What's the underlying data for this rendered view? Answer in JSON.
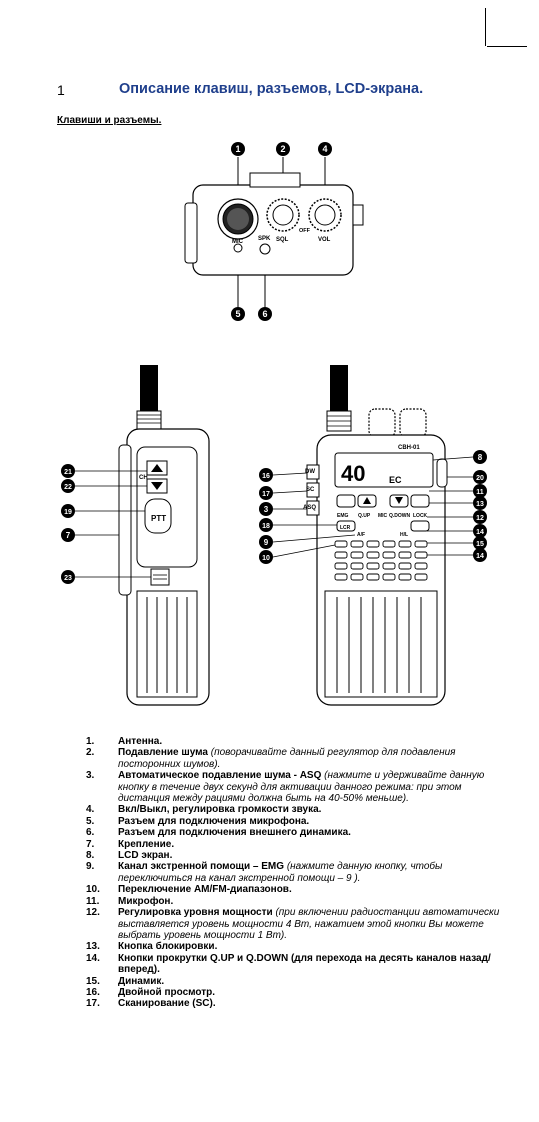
{
  "header": {
    "section_number": "1",
    "section_title": "Описание клавиш, разъемов, LCD-экрана.",
    "subsection_title": "Клавиши и разъемы."
  },
  "top_view": {
    "labels": {
      "mic": "MIC",
      "sql": "SQL",
      "vol": "VOL",
      "off": "OFF",
      "spk": "SPK"
    },
    "callouts": [
      "1",
      "2",
      "4",
      "5",
      "6"
    ]
  },
  "side_view": {
    "labels": {
      "ch": "CH",
      "ptt": "PTT"
    },
    "callouts": [
      "21",
      "22",
      "19",
      "7",
      "23"
    ]
  },
  "front_view": {
    "labels": {
      "model": "CBH-01",
      "dw": "DW",
      "sc": "SC",
      "asq": "ASQ",
      "emg": "EMG",
      "lcr": "LCR",
      "af": "A/F",
      "qup": "Q.UP",
      "mic": "MIC",
      "qdown": "Q.DOWN",
      "lock": "LOCK",
      "hl": "H/L",
      "lcd_digits": "40",
      "lcd_small": "EC"
    },
    "callouts_left": [
      "16",
      "17",
      "3",
      "18",
      "9",
      "10"
    ],
    "callouts_right": [
      "8",
      "20",
      "11",
      "13",
      "12",
      "14",
      "15",
      "14"
    ]
  },
  "items": [
    {
      "num": "1.",
      "title": "Антенна.",
      "note": ""
    },
    {
      "num": "2.",
      "title": "Подавление шума ",
      "note": "(поворачивайте данный регулятор для подавления посторонних шумов)."
    },
    {
      "num": "3.",
      "title": "Автоматическое подавление шума - ASQ ",
      "note": "(нажмите и удерживайте данную кнопку в течение двух секунд для активации данного режима: при этом дистанция между рациями должна быть на 40-50% меньше)."
    },
    {
      "num": "4.",
      "title": "Вкл/Выкл, регулировка громкости звука.",
      "note": ""
    },
    {
      "num": "5.",
      "title": "Разъем для подключения микрофона.",
      "note": ""
    },
    {
      "num": "6.",
      "title": "Разъем для подключения внешнего динамика.",
      "note": ""
    },
    {
      "num": "7.",
      "title": "Крепление.",
      "note": ""
    },
    {
      "num": "8.",
      "title": "LCD экран.",
      "note": ""
    },
    {
      "num": "9.",
      "title": "Канал экстренной помощи – EMG ",
      "note": "(нажмите данную кнопку, чтобы переключиться на канал экстренной помощи – 9 )."
    },
    {
      "num": "10.",
      "title": "Переключение AM/FM-диапазонов.",
      "note": ""
    },
    {
      "num": "11.",
      "title": "Микрофон.",
      "note": ""
    },
    {
      "num": "12.",
      "title": "Регулировка уровня мощности ",
      "note": "(при включении радиостанции автоматически выставляется уровень мощности 4 Вт, нажатием этой кнопки Вы можете выбрать уровень мощности 1 Вт)."
    },
    {
      "num": "13.",
      "title": "Кнопка блокировки.",
      "note": ""
    },
    {
      "num": "14.",
      "title": "Кнопки прокрутки Q.UP и Q.DOWN (для перехода на десять каналов назад/вперед).",
      "note": ""
    },
    {
      "num": "15.",
      "title": "Динамик.",
      "note": ""
    },
    {
      "num": "16.",
      "title": "Двойной просмотр.",
      "note": ""
    },
    {
      "num": "17.",
      "title": "Сканирование (SC).",
      "note": ""
    }
  ]
}
